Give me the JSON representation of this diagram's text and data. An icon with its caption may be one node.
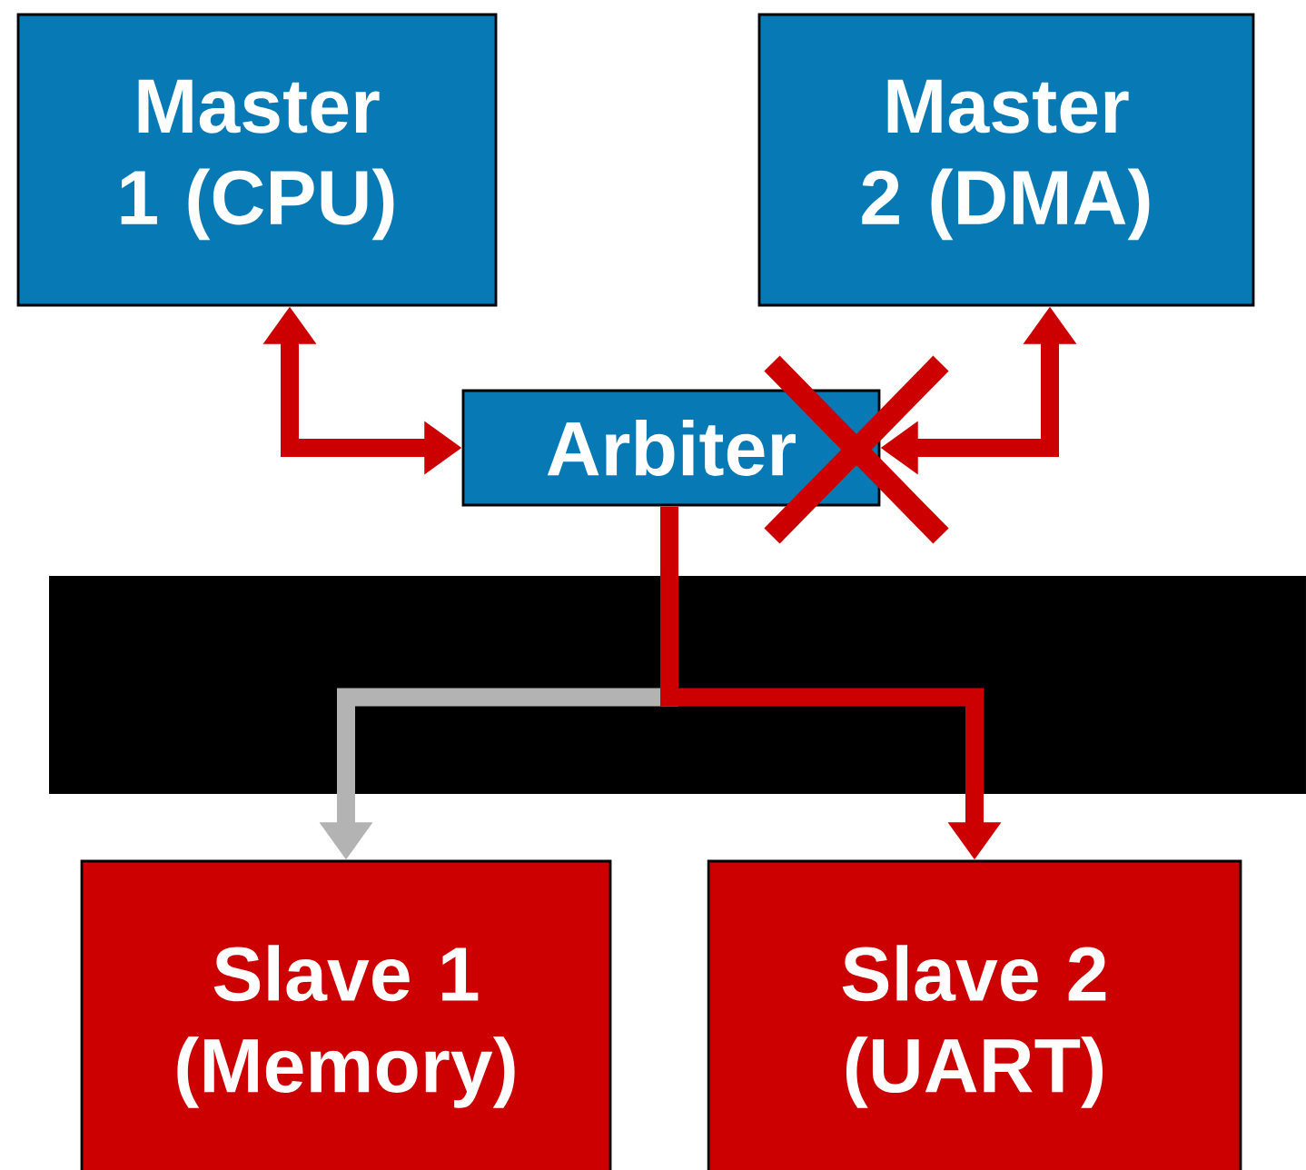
{
  "diagram": {
    "nodes": [
      {
        "text": [
          "Master 1 (CPU)"
        ]
      },
      {
        "text": [
          "Master 2 (DMA)"
        ]
      },
      {
        "text": [
          "Arbiter"
        ]
      },
      {
        "text": [
          "Slave 1 (Memory)"
        ]
      },
      {
        "text": [
          "Slave 2 (UART)"
        ]
      }
    ],
    "edges": [
      {
        "from": 2,
        "to": 0,
        "arrow": "both"
      },
      {
        "from": 2,
        "to": 1,
        "arrow": "both"
      },
      {
        "from": 2,
        "to": 3,
        "arrow": "to",
        "color": "#b3b3b3"
      },
      {
        "from": 2,
        "to": 4,
        "arrow": "to"
      }
    ]
  }
}
